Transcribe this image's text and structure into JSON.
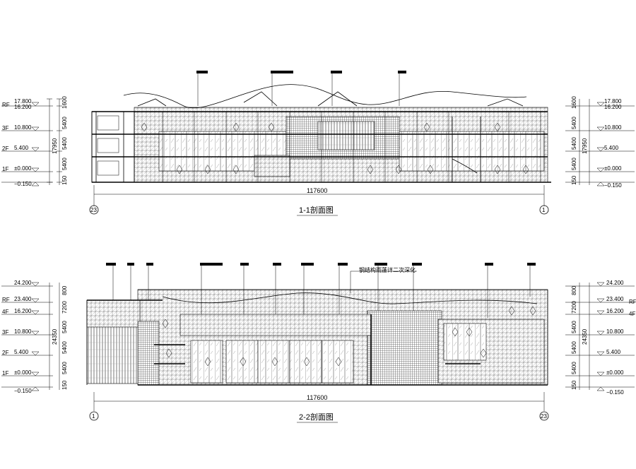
{
  "sections": [
    {
      "title": "1-1剖面图",
      "total_dimension": "117600",
      "axis_left": "23",
      "axis_right": "1",
      "levels": [
        {
          "floor": "RF",
          "elevation": "17.800",
          "sub": "16.200"
        },
        {
          "floor": "3F",
          "elevation": "10.800"
        },
        {
          "floor": "2F",
          "elevation": "5.400"
        },
        {
          "floor": "1F",
          "elevation": "±0.000"
        },
        {
          "floor": "",
          "elevation": "−0.150"
        }
      ],
      "dims": [
        "1600",
        "5400",
        "5400",
        "5400",
        "150"
      ],
      "overall_dim": "17950"
    },
    {
      "title": "2-2剖面图",
      "total_dimension": "117600",
      "axis_left": "1",
      "axis_right": "23",
      "levels": [
        {
          "floor": "",
          "elevation": "24.200"
        },
        {
          "floor": "RF",
          "elevation": "23.400"
        },
        {
          "floor": "4F",
          "elevation": "16.200"
        },
        {
          "floor": "3F",
          "elevation": "10.800"
        },
        {
          "floor": "2F",
          "elevation": "5.400"
        },
        {
          "floor": "1F",
          "elevation": "±0.000"
        },
        {
          "floor": "",
          "elevation": "−0.150"
        }
      ],
      "dims": [
        "800",
        "7200",
        "5400",
        "5400",
        "5400",
        "150"
      ],
      "overall_dim": "24350",
      "annotation": "钢结构雨蓬详二次深化"
    }
  ]
}
